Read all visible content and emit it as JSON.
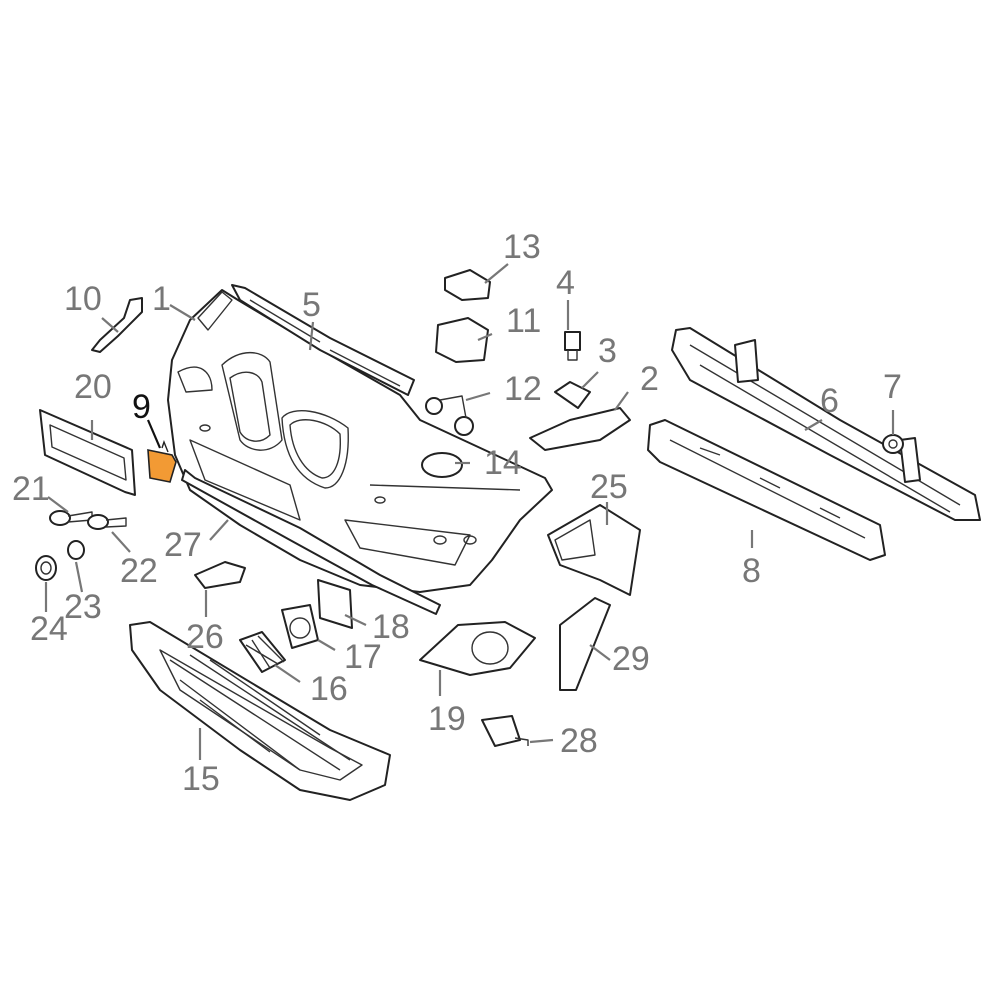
{
  "colors": {
    "highlight_fill": "#f29a34",
    "label": "#777777",
    "highlight_label": "#111111",
    "outline": "#222222"
  },
  "highlighted_part": "9",
  "callouts": {
    "c1": "1",
    "c2": "2",
    "c3": "3",
    "c4": "4",
    "c5": "5",
    "c6": "6",
    "c7": "7",
    "c8": "8",
    "c9": "9",
    "c10": "10",
    "c11": "11",
    "c12": "12",
    "c13": "13",
    "c14": "14",
    "c15": "15",
    "c16": "16",
    "c17": "17",
    "c18": "18",
    "c19": "19",
    "c20": "20",
    "c21": "21",
    "c22": "22",
    "c23": "23",
    "c24": "24",
    "c25": "25",
    "c26": "26",
    "c27": "27",
    "c28": "28",
    "c29": "29"
  }
}
